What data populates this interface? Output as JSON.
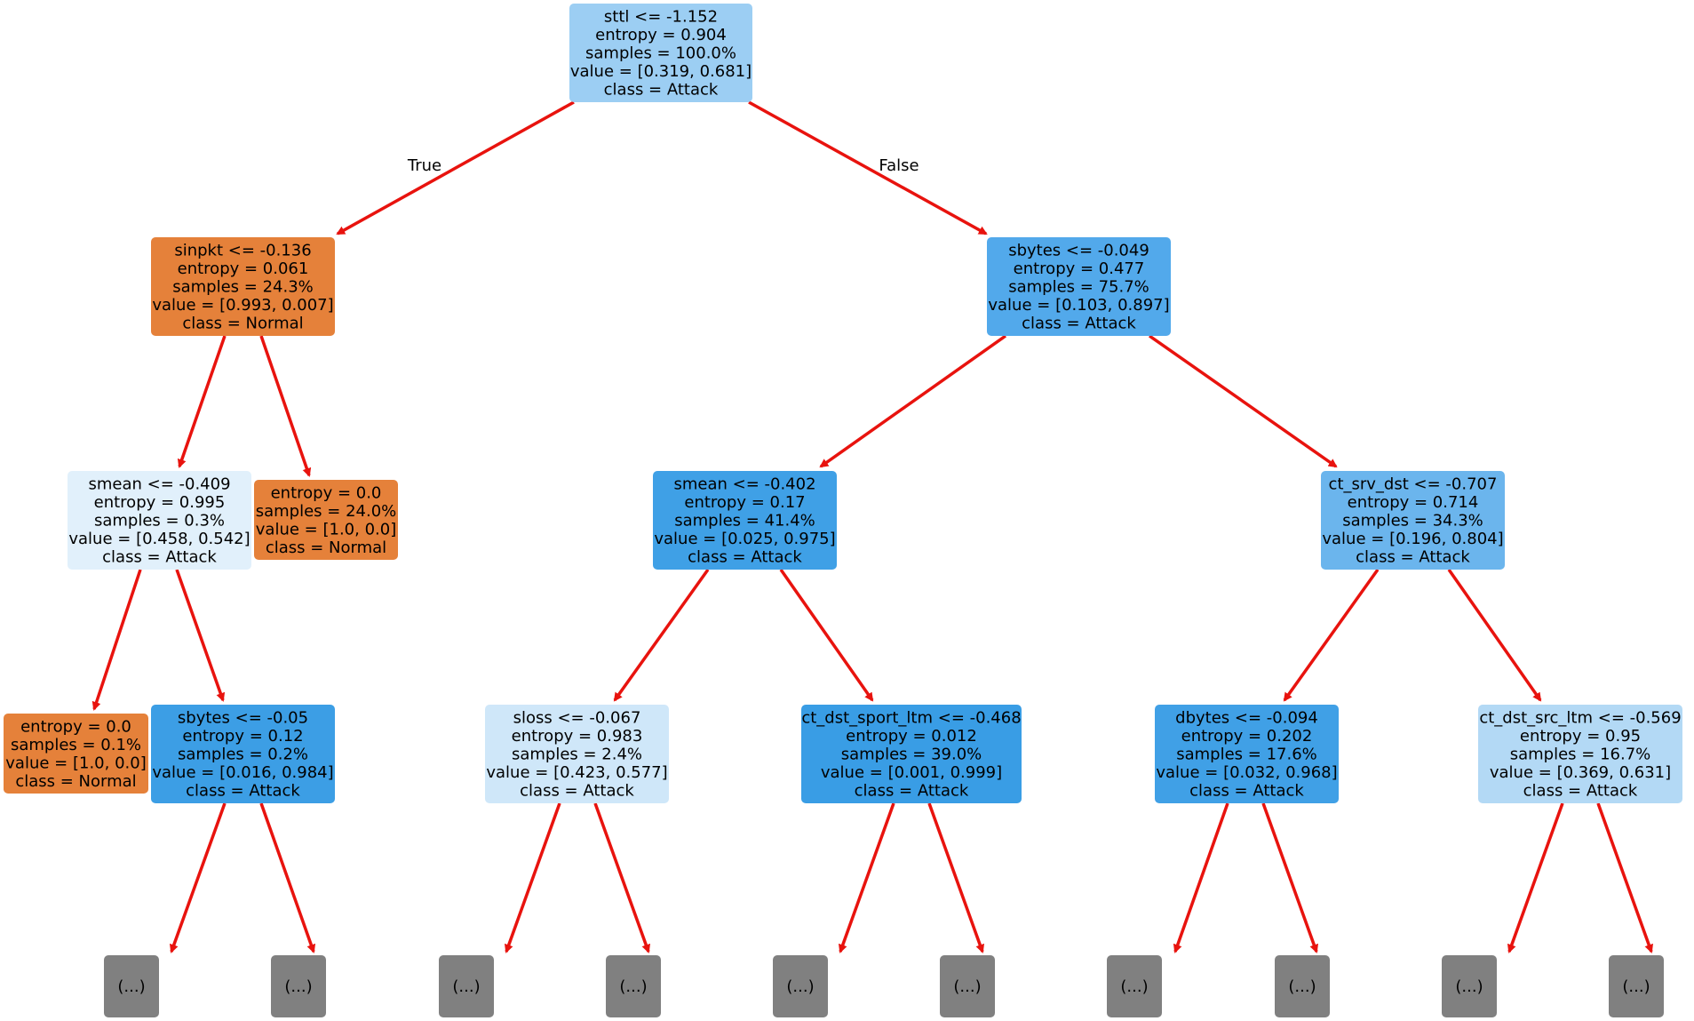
{
  "tree": {
    "edge_labels": {
      "true_label": "True",
      "false_label": "False"
    },
    "edge_color": "#e8130e",
    "nodes": [
      {
        "id": "root",
        "fill": "#9ccef3",
        "lines": [
          "sttl <= -1.152",
          "entropy = 0.904",
          "samples = 100.0%",
          "value = [0.319, 0.681]",
          "class = Attack"
        ]
      },
      {
        "id": "n-sinpkt",
        "fill": "#e5813a",
        "lines": [
          "sinpkt <= -0.136",
          "entropy = 0.061",
          "samples = 24.3%",
          "value = [0.993, 0.007]",
          "class = Normal"
        ]
      },
      {
        "id": "n-sbytes-right",
        "fill": "#52a9eb",
        "lines": [
          "sbytes <= -0.049",
          "entropy = 0.477",
          "samples = 75.7%",
          "value = [0.103, 0.897]",
          "class = Attack"
        ]
      },
      {
        "id": "n-smean-left",
        "fill": "#e1f0fb",
        "lines": [
          "smean <= -0.409",
          "entropy = 0.995",
          "samples = 0.3%",
          "value = [0.458, 0.542]",
          "class = Attack"
        ]
      },
      {
        "id": "leaf-normal-24",
        "fill": "#e5813a",
        "lines": [
          "entropy = 0.0",
          "samples = 24.0%",
          "value = [1.0, 0.0]",
          "class = Normal"
        ]
      },
      {
        "id": "n-smean-right",
        "fill": "#3fa0e6",
        "lines": [
          "smean <= -0.402",
          "entropy = 0.17",
          "samples = 41.4%",
          "value = [0.025, 0.975]",
          "class = Attack"
        ]
      },
      {
        "id": "n-ct-srv-dst",
        "fill": "#6bb5ed",
        "lines": [
          "ct_srv_dst <= -0.707",
          "entropy = 0.714",
          "samples = 34.3%",
          "value = [0.196, 0.804]",
          "class = Attack"
        ]
      },
      {
        "id": "leaf-normal-01",
        "fill": "#e5813a",
        "lines": [
          "entropy = 0.0",
          "samples = 0.1%",
          "value = [1.0, 0.0]",
          "class = Normal"
        ]
      },
      {
        "id": "n-sbytes-left",
        "fill": "#3c9ee5",
        "lines": [
          "sbytes <= -0.05",
          "entropy = 0.12",
          "samples = 0.2%",
          "value = [0.016, 0.984]",
          "class = Attack"
        ]
      },
      {
        "id": "n-sloss",
        "fill": "#cfe7f9",
        "lines": [
          "sloss <= -0.067",
          "entropy = 0.983",
          "samples = 2.4%",
          "value = [0.423, 0.577]",
          "class = Attack"
        ]
      },
      {
        "id": "n-ct-dst-sport",
        "fill": "#399de5",
        "lines": [
          "ct_dst_sport_ltm <= -0.468",
          "entropy = 0.012",
          "samples = 39.0%",
          "value = [0.001, 0.999]",
          "class = Attack"
        ]
      },
      {
        "id": "n-dbytes",
        "fill": "#40a0e6",
        "lines": [
          "dbytes <= -0.094",
          "entropy = 0.202",
          "samples = 17.6%",
          "value = [0.032, 0.968]",
          "class = Attack"
        ]
      },
      {
        "id": "n-ct-dst-src",
        "fill": "#b3d9f5",
        "lines": [
          "ct_dst_src_ltm <= -0.569",
          "entropy = 0.95",
          "samples = 16.7%",
          "value = [0.369, 0.631]",
          "class = Attack"
        ]
      }
    ],
    "truncated": {
      "fill": "#808080",
      "label": "(...)",
      "count": 10
    }
  }
}
